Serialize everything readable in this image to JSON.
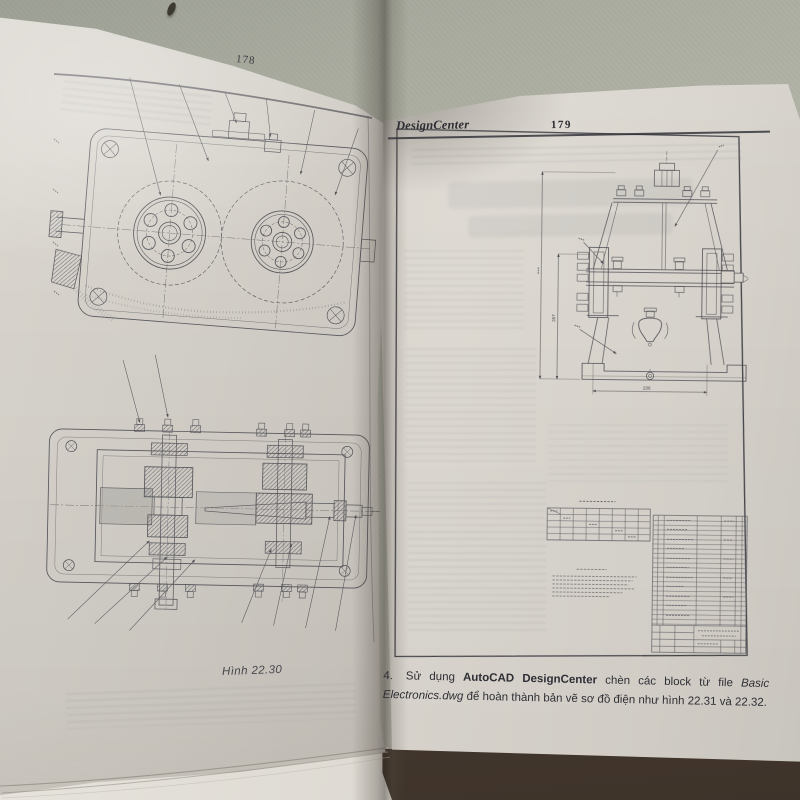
{
  "scene": {
    "surface_color": "#aeb0a4",
    "book_edge_color": "#4f4236",
    "left_page_color": "#d2cdc5",
    "right_page_color": "#dad6cf",
    "ink_color": "#2e2e35"
  },
  "left_page": {
    "page_number": "178",
    "figure_caption": "Hình 22.30"
  },
  "right_page": {
    "header_title": "DesignCenter",
    "page_number": "179",
    "drawing": {
      "dim_vertical": "267",
      "dim_horizontal": "236"
    },
    "exercise": {
      "number": "4.",
      "text_start": "Sử dụng ",
      "text_bold": "AutoCAD DesignCenter",
      "text_mid": " chèn các block từ file ",
      "text_italic": "Basic Electronics.dwg",
      "text_end": " để hoàn thành bản vẽ sơ đồ điện như hình 22.31 và 22.32."
    }
  }
}
